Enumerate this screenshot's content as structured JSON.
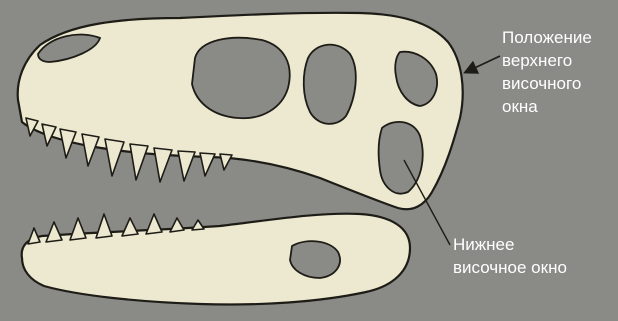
{
  "colors": {
    "background": "#8a8a86",
    "bone": "#ece9d0",
    "outline": "#1e1c16",
    "label_text": "#ffffff"
  },
  "labels": {
    "upper_temporal_window": [
      "Положение",
      "верхнего",
      "височного",
      "окна"
    ],
    "lower_temporal_window": [
      "Нижнее",
      "височное окно"
    ]
  }
}
